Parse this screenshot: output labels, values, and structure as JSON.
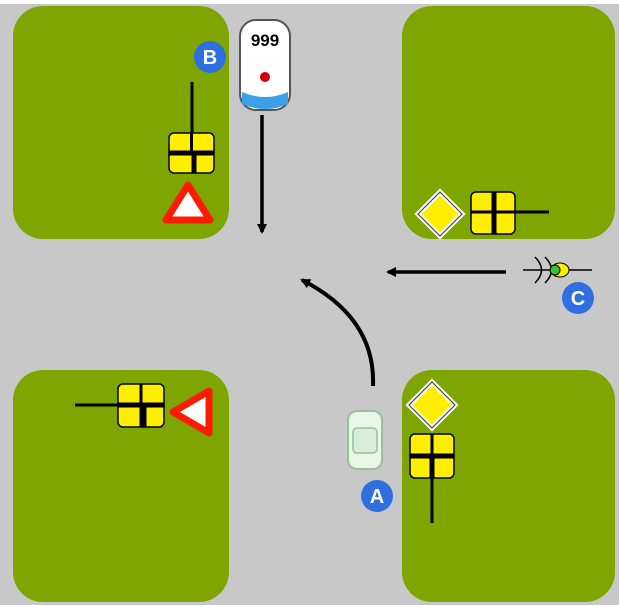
{
  "colors": {
    "road": "#c8c8c8",
    "grass": "#7fa600",
    "sign_yellow": "#ffee00",
    "sign_red": "#ff1a00",
    "arrow": "#000000",
    "label_bg": "#2f6fe0",
    "label_text": "#ffffff",
    "car_body": "#e9f7e9",
    "car_outline": "#9bbf9b",
    "ambulance_body": "#ffffff",
    "ambulance_light": "#3da0e6",
    "ambulance_dot": "#d40000"
  },
  "vehicles": {
    "a": {
      "label": "A",
      "type": "car",
      "icon": "car-icon"
    },
    "b": {
      "label": "B",
      "type": "emergency-vehicle",
      "icon": "ambulance-icon",
      "roof_text": "999"
    },
    "c": {
      "label": "C",
      "type": "bicycle",
      "icon": "bicycle-icon"
    }
  },
  "signs": {
    "give_way": "give-way-triangle-icon",
    "priority_road": "priority-road-diamond-icon",
    "junction": "minor-road-junction-icon"
  }
}
